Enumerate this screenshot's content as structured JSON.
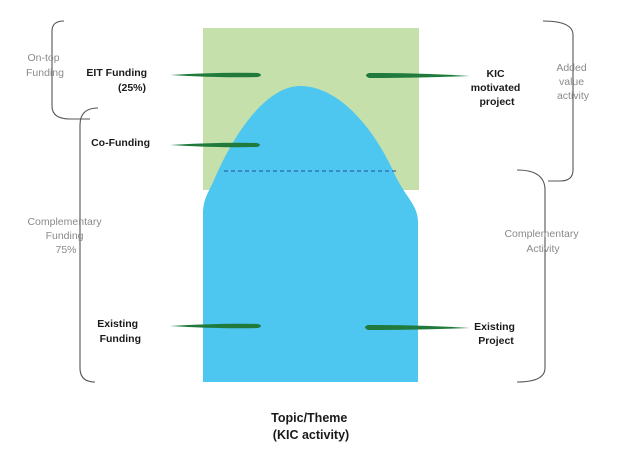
{
  "colors": {
    "green_area": "#c5e0ab",
    "blue_area": "#4dc6f0",
    "pointer": "#1f7a3c",
    "dashed_line": "#1d4e9e",
    "bracket": "#555555",
    "grey_text": "#8a8a8a",
    "dark_text": "#1a1a1a"
  },
  "left_brackets": {
    "on_top_funding": [
      "On-top",
      "Funding"
    ],
    "complementary_funding": [
      "Complementary",
      "Funding",
      "75%"
    ]
  },
  "right_brackets": {
    "added_value_activity": [
      "Added",
      "value",
      "activity"
    ],
    "complementary_activity": [
      "Complementary",
      "Activity"
    ]
  },
  "left_labels": {
    "eit_funding": [
      "EIT Funding",
      "(25%)"
    ],
    "co_funding": [
      "Co-Funding"
    ],
    "existing_funding": [
      "Existing",
      "Funding"
    ]
  },
  "right_labels": {
    "kic_motivated_project": [
      "KIC",
      "motivated",
      "project"
    ],
    "existing_project": [
      "Existing",
      "Project"
    ]
  },
  "bottom_title": [
    "Topic/Theme",
    "(KIC activity)"
  ]
}
